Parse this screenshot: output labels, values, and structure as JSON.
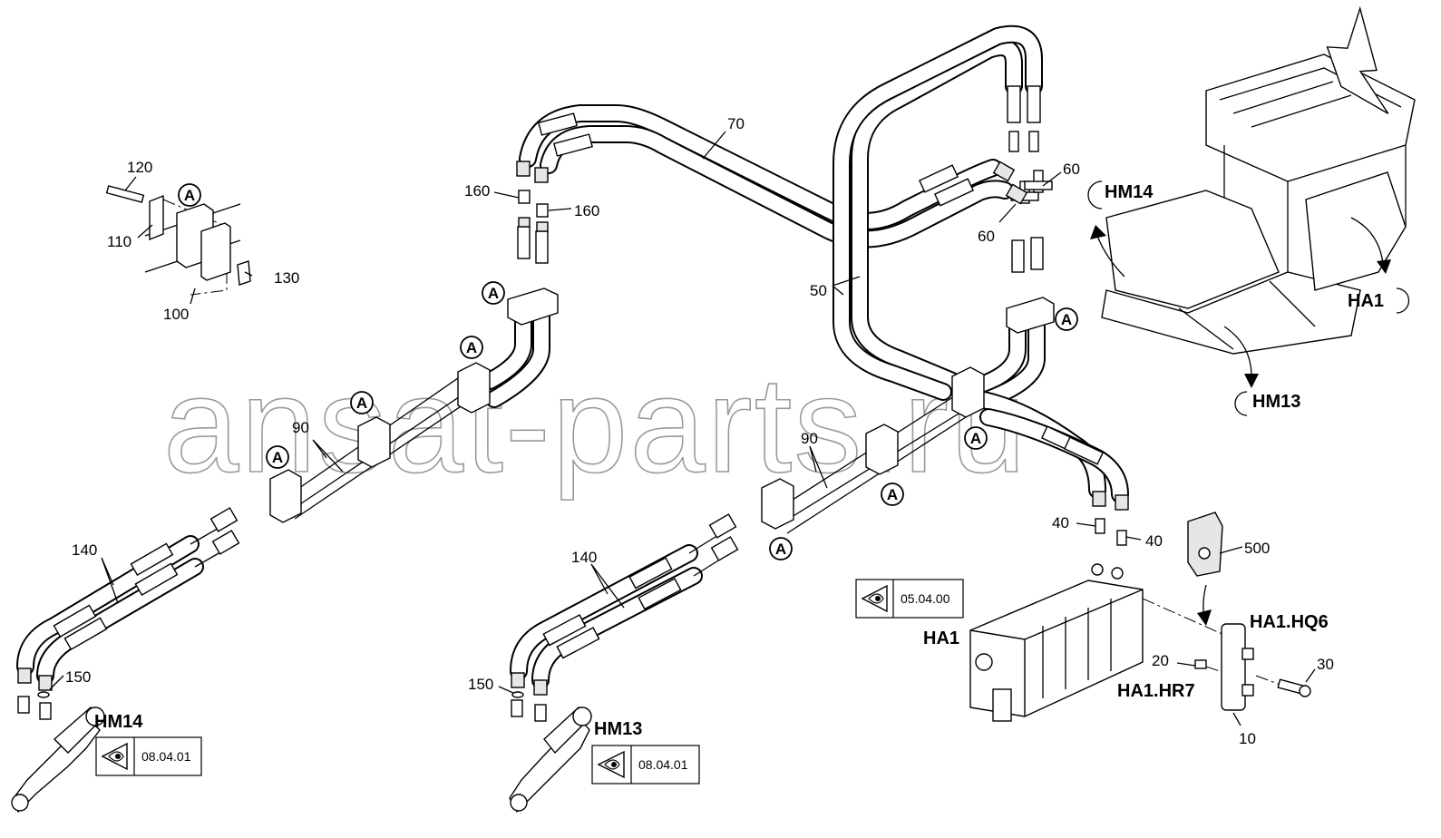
{
  "watermark": "ansat-parts.ru",
  "callouts": {
    "c120": "120",
    "c110": "110",
    "c130": "130",
    "c100": "100",
    "c160a": "160",
    "c160b": "160",
    "c70": "70",
    "c60a": "60",
    "c60b": "60",
    "c50": "50",
    "c90a": "90",
    "c90b": "90",
    "c140a": "140",
    "c140b": "140",
    "c150a": "150",
    "c150b": "150",
    "c40a": "40",
    "c40b": "40",
    "c500": "500",
    "c20": "20",
    "c30": "30",
    "c10": "10"
  },
  "markers": {
    "a_detail": "A",
    "a1": "A",
    "a2": "A",
    "a3": "A",
    "a4": "A",
    "a5": "A",
    "a6": "A",
    "a7": "A",
    "a8": "A"
  },
  "components": {
    "hm14_machine": "HM14",
    "ha1_machine": "HA1",
    "hm13_machine": "HM13",
    "hm14": "HM14",
    "hm13": "HM13",
    "ha1": "HA1",
    "ha1_hq6": "HA1.HQ6",
    "ha1_hr7": "HA1.HR7"
  },
  "references": {
    "ha1_ref": "05.04.00",
    "hm14_ref": "08.04.01",
    "hm13_ref": "08.04.01"
  },
  "icons": [
    "view-eye-icon",
    "direction-arrow-icon"
  ]
}
